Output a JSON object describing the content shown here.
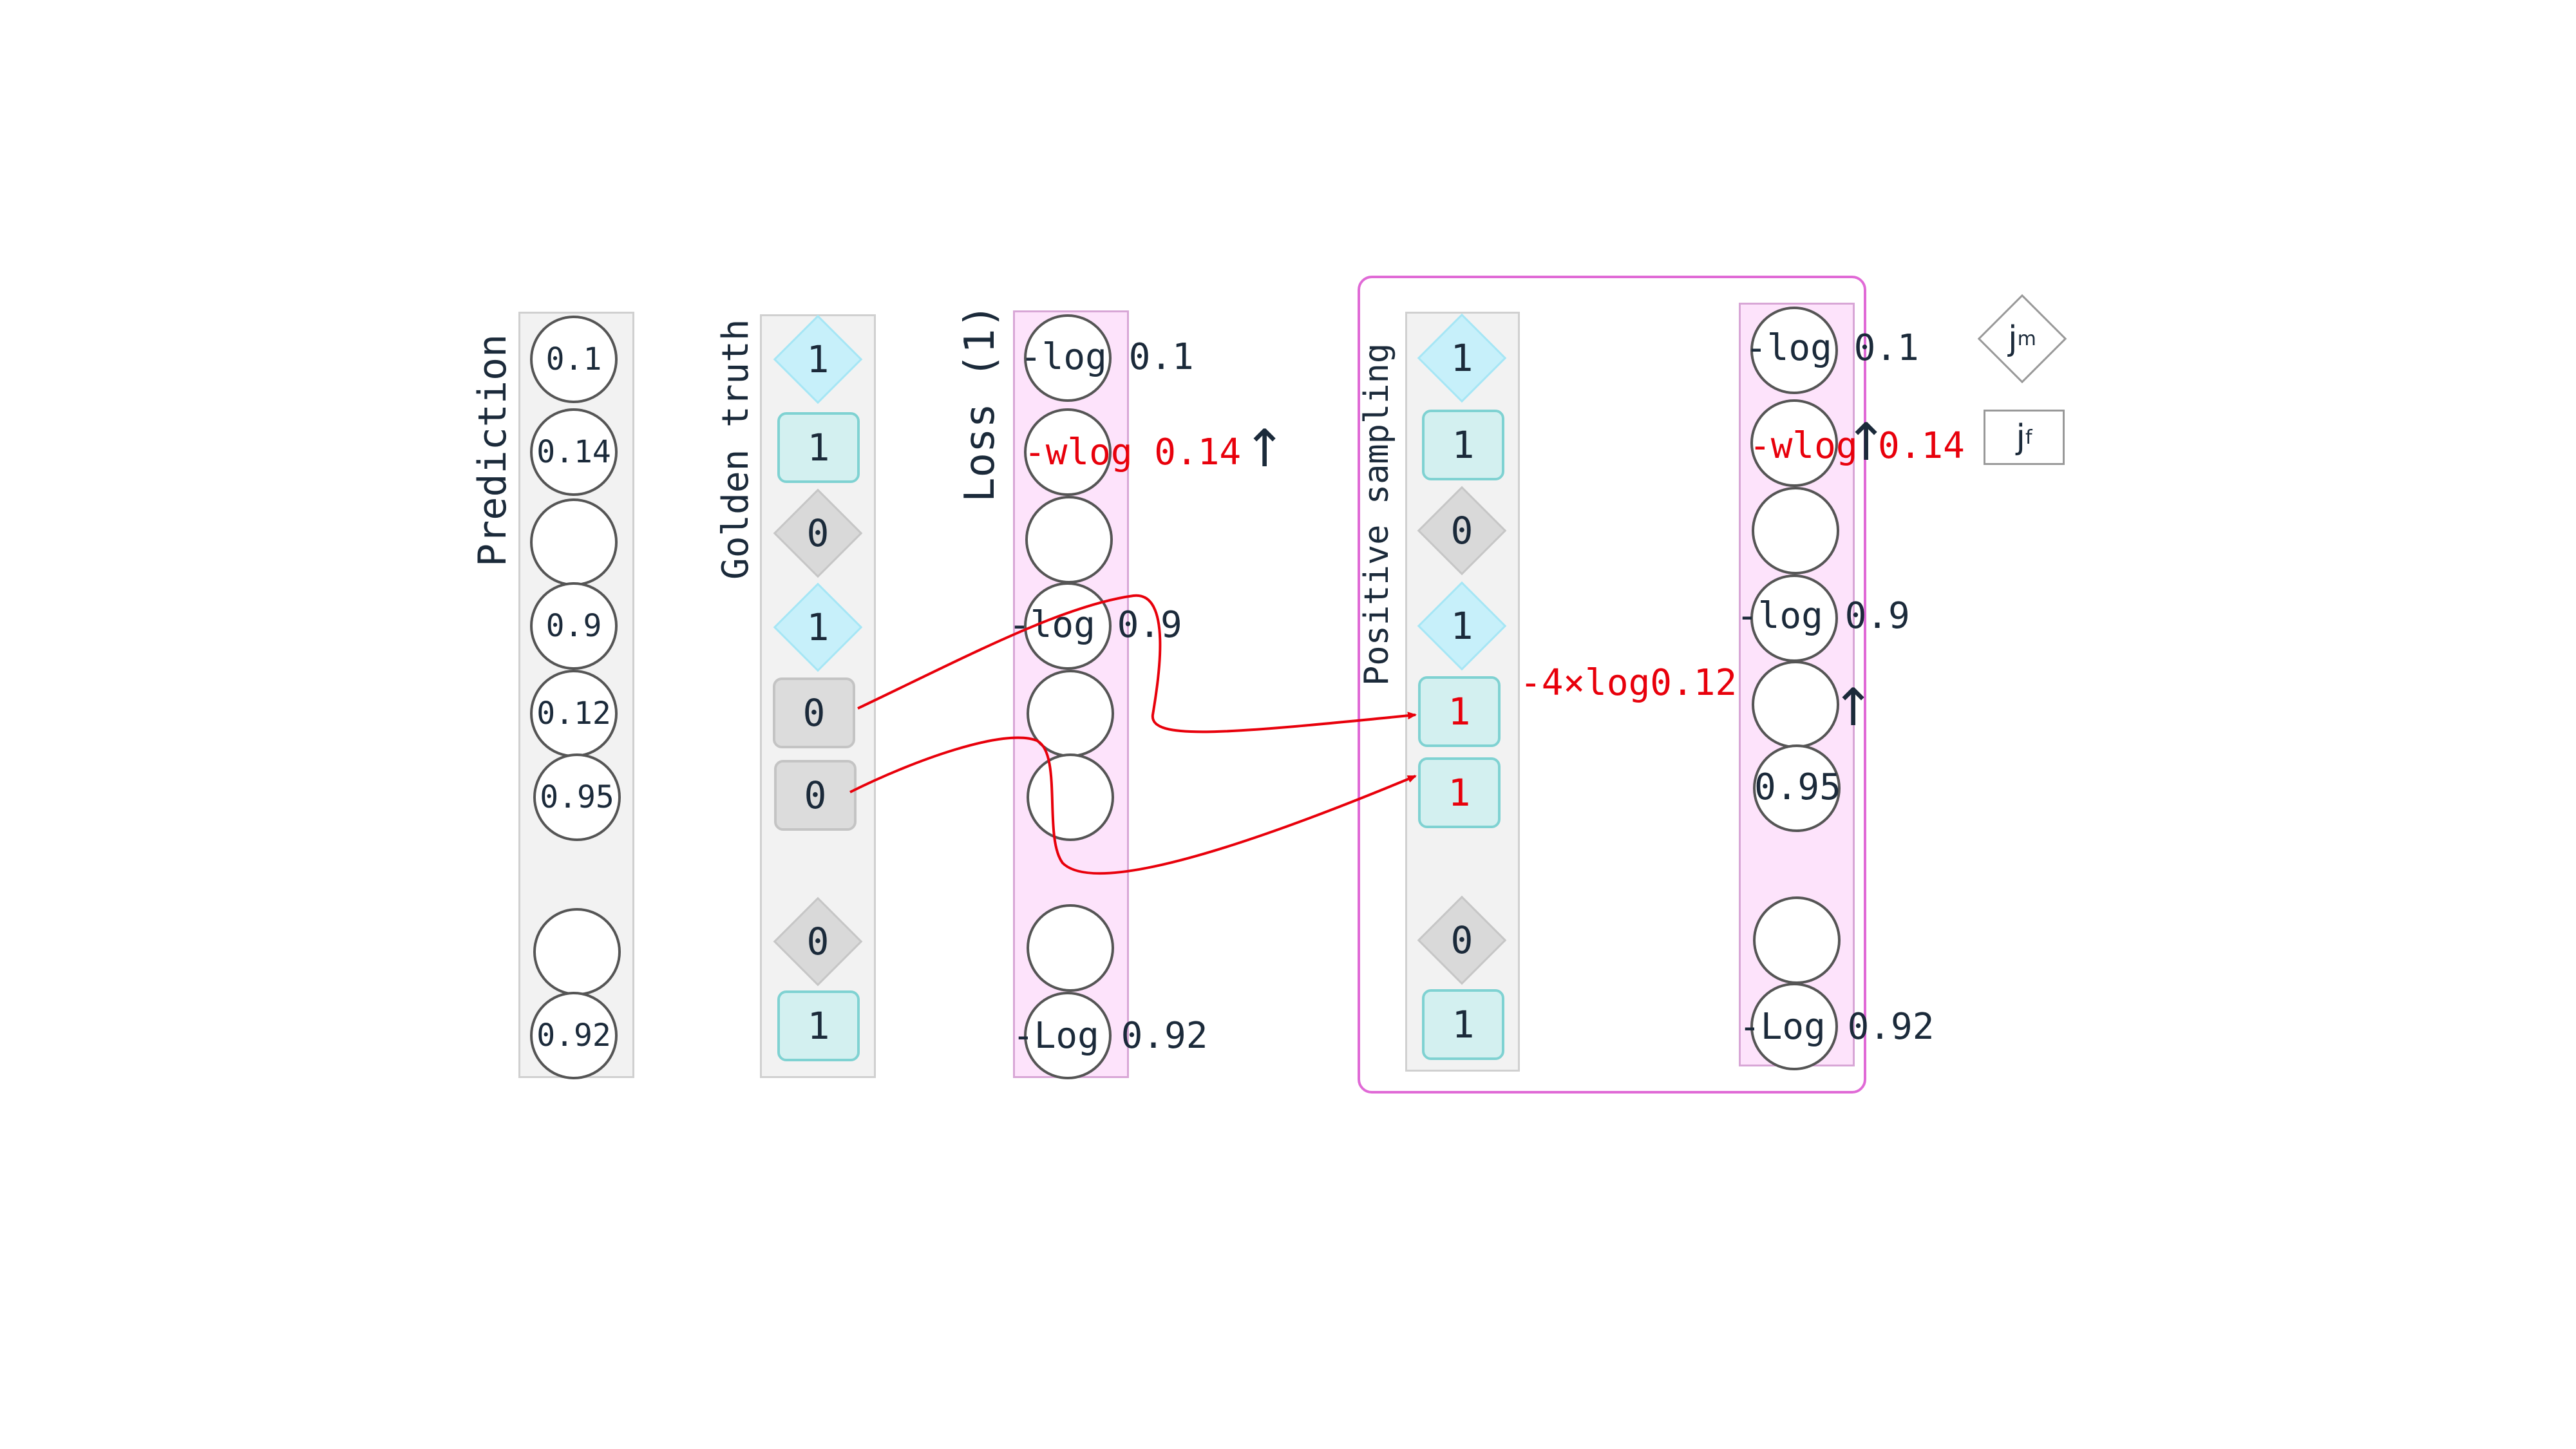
{
  "prediction": {
    "title": "Prediction",
    "values": [
      "0.1",
      "0.14",
      "",
      "0.9",
      "0.12",
      "0.95",
      "",
      "0.92"
    ]
  },
  "golden_truth": {
    "title": "Golden truth",
    "items": [
      {
        "shape": "diamond",
        "value": "1"
      },
      {
        "shape": "box",
        "value": "1"
      },
      {
        "shape": "diamond",
        "value": "0"
      },
      {
        "shape": "diamond",
        "value": "1"
      },
      {
        "shape": "box",
        "value": "0"
      },
      {
        "shape": "box",
        "value": "0"
      },
      {
        "shape": "diamond",
        "value": "0"
      },
      {
        "shape": "box",
        "value": "1"
      }
    ]
  },
  "loss": {
    "title": "Loss (1)",
    "labels": [
      "-log 0.1",
      "-wlog 0.14",
      "-log 0.9",
      "-Log 0.92"
    ]
  },
  "positive_sampling": {
    "title": "Positive sampling",
    "items": [
      {
        "shape": "diamond",
        "value": "1"
      },
      {
        "shape": "box",
        "value": "1"
      },
      {
        "shape": "diamond",
        "value": "0"
      },
      {
        "shape": "diamond",
        "value": "1"
      },
      {
        "shape": "box",
        "value": "1"
      },
      {
        "shape": "box",
        "value": "1"
      },
      {
        "shape": "diamond",
        "value": "0"
      },
      {
        "shape": "box",
        "value": "1"
      }
    ],
    "weight_label": "-4×log0.12",
    "right_labels": [
      "-log 0.1",
      "-wlog",
      "0.14",
      "-log 0.9",
      "0.95",
      "-Log 0.92"
    ]
  },
  "legend": {
    "jm": "j",
    "jm_sub": "m",
    "jf": "j",
    "jf_sub": "f"
  },
  "colors": {
    "red": "#e8000b",
    "cyan": "#c7f0fa",
    "teal": "#d3f0f0",
    "pink": "#fde3fb",
    "frame": "#e06ad6"
  }
}
